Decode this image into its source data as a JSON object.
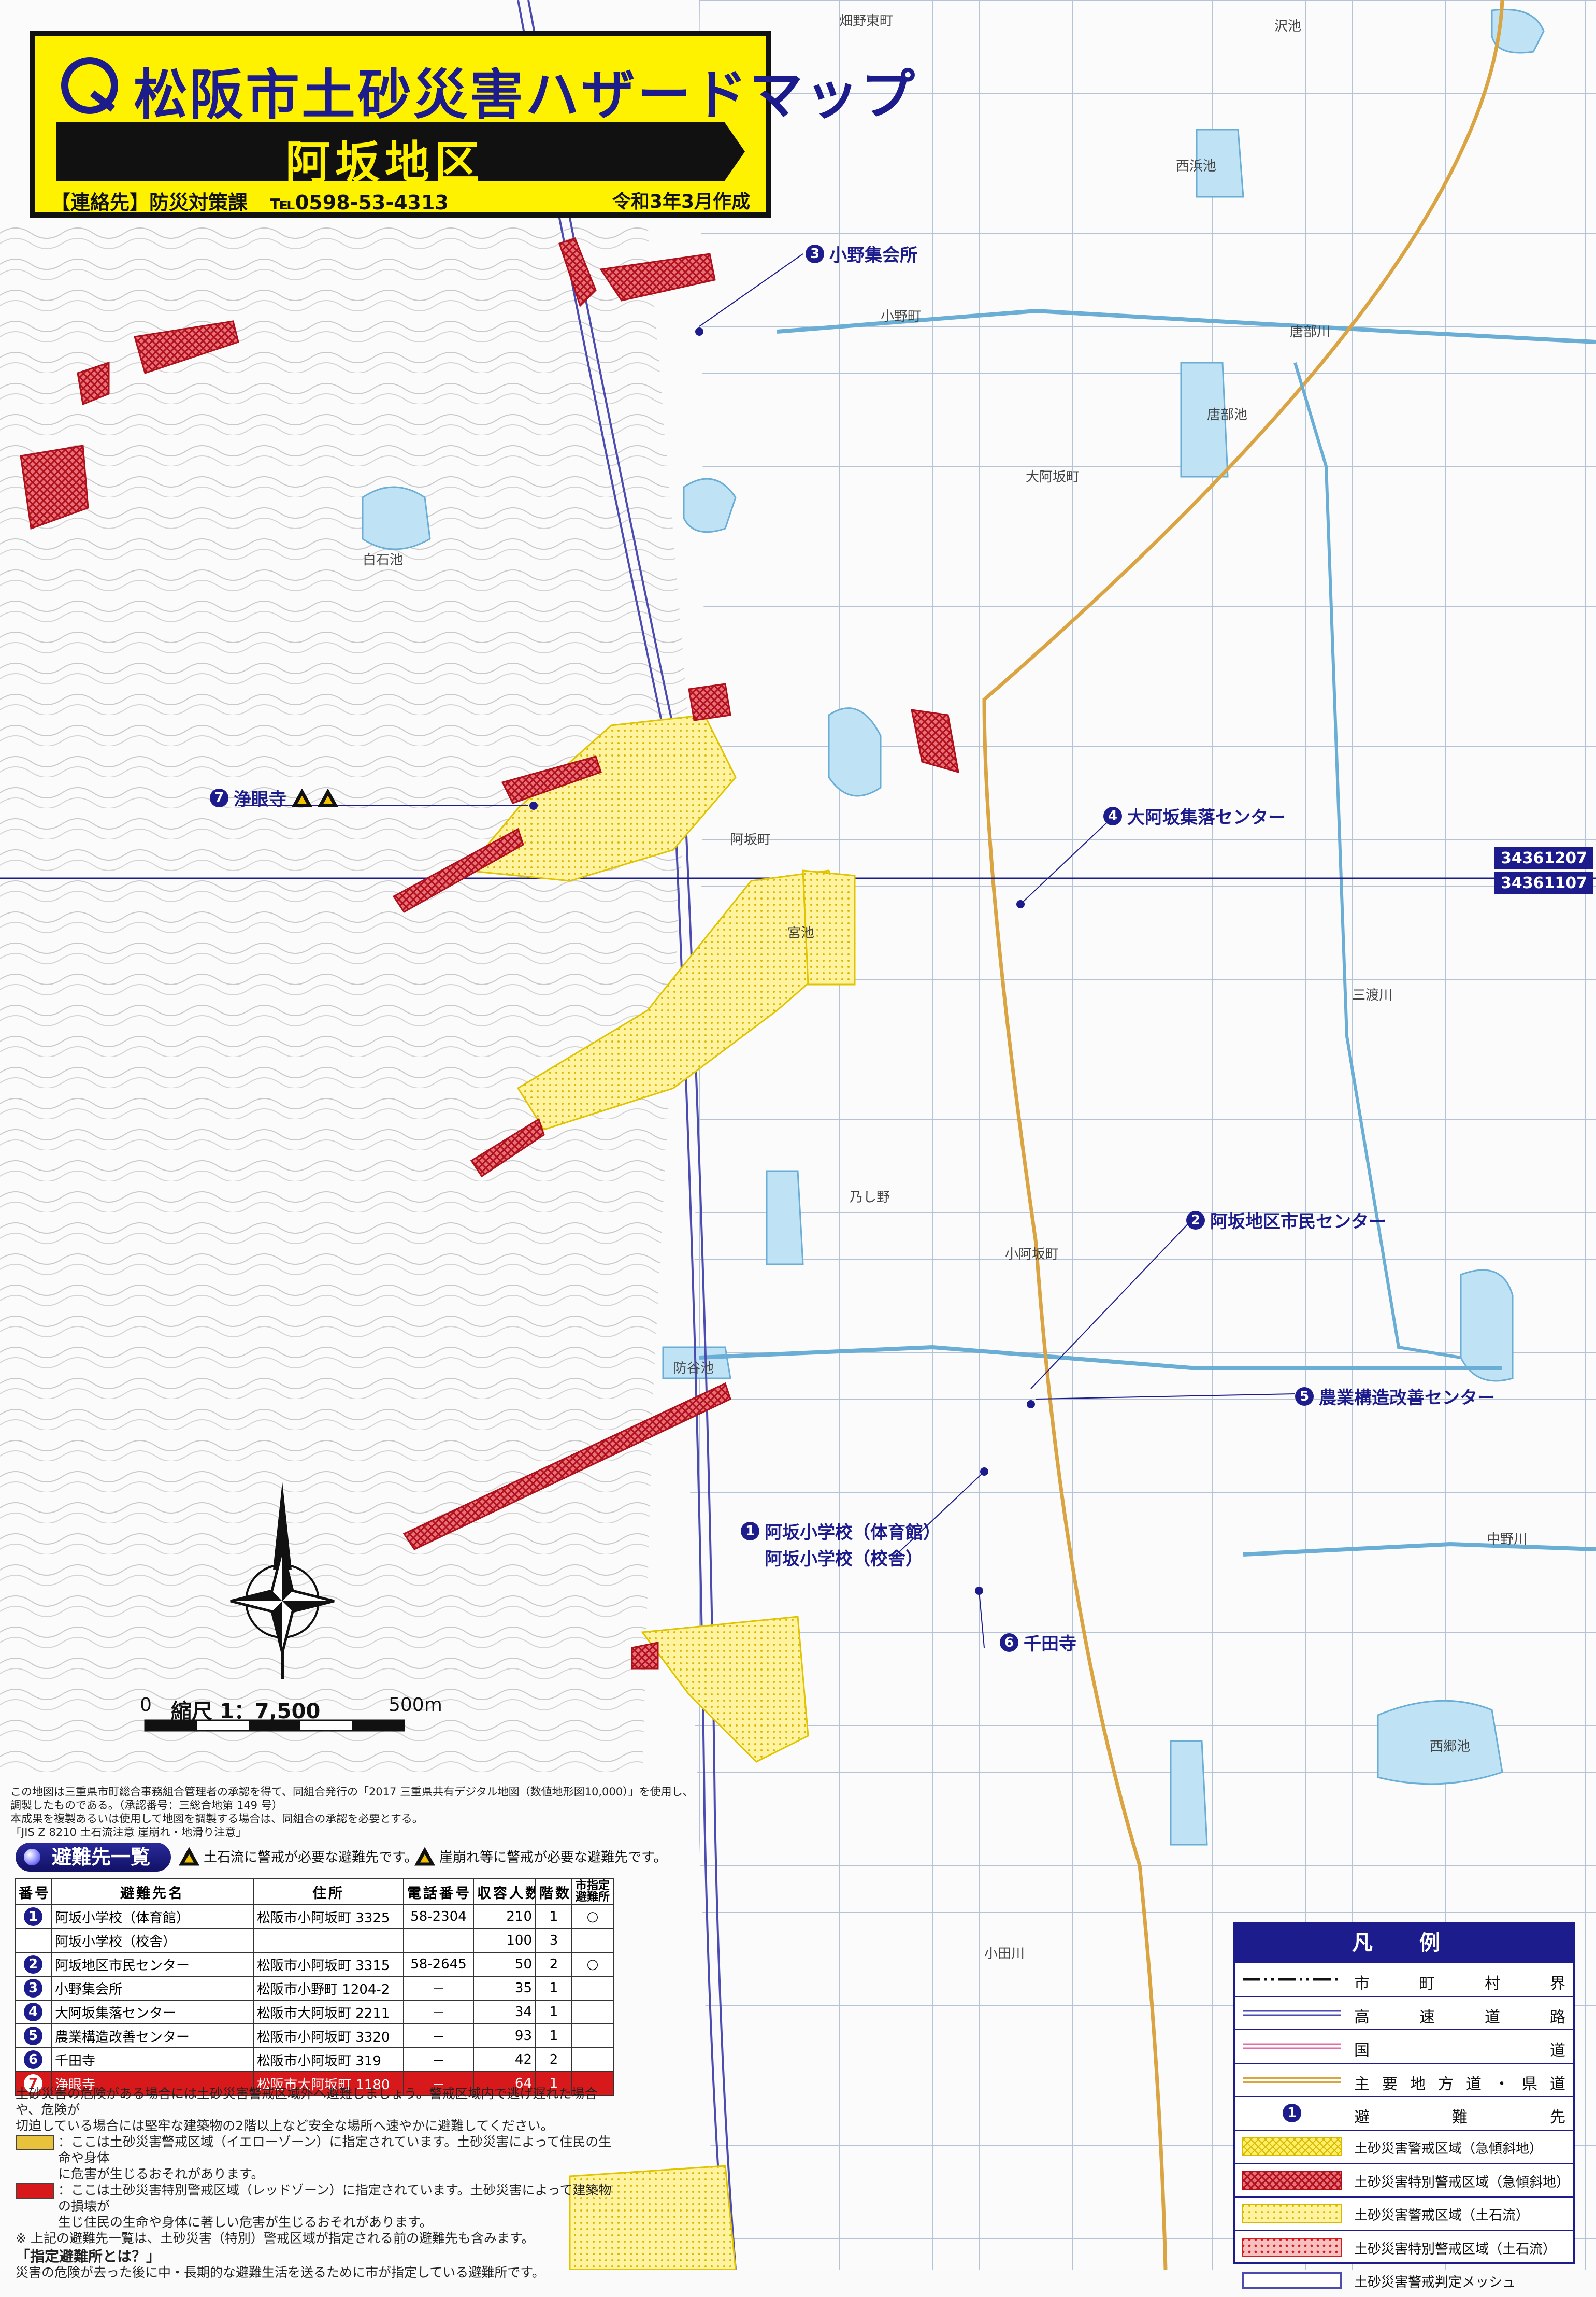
{
  "title": {
    "main": "松阪市土砂災害ハザードマップ",
    "district": "阿坂地区",
    "contact_label": "【連絡先】防災対策課",
    "contact_tel_prefix": "℡",
    "contact_tel": "0598-53-4313",
    "created": "令和3年3月作成"
  },
  "map_labels": {
    "shelters": [
      {
        "num": "3",
        "name": "小野集会所"
      },
      {
        "num": "4",
        "name": "大阿坂集落センター"
      },
      {
        "num": "7",
        "name": "浄眼寺"
      },
      {
        "num": "2",
        "name": "阿坂地区市民センター"
      },
      {
        "num": "5",
        "name": "農業構造改善センター"
      },
      {
        "num": "1",
        "name": "阿坂小学校（体育館）",
        "name2": "阿坂小学校（校舎）"
      },
      {
        "num": "6",
        "name": "千田寺"
      }
    ],
    "mesh": [
      "34361207",
      "34361107"
    ],
    "places": [
      "小野町",
      "大阿坂町",
      "唐部川",
      "白石池",
      "宮池",
      "阿坂町",
      "小阿坂町",
      "三渡川",
      "中野川",
      "西浜池",
      "唐部池",
      "乃し野",
      "防谷池",
      "小田川",
      "西郷池",
      "沢池",
      "畑野東町"
    ]
  },
  "scale": {
    "ratio_label": "縮尺 1：7,500",
    "zero": "0",
    "end": "500m"
  },
  "map_note": [
    "この地図は三重県市町総合事務組合管理者の承認を得て、同組合発行の「2017 三重県共有デジタル地図（数値地形図10,000）」を使用し、",
    "調製したものである。（承認番号：三総合地第 149 号）",
    "本成果を複製あるいは使用して地図を調製する場合は、同組合の承認を必要とする。",
    "「JIS Z 8210 土石流注意 崖崩れ・地滑り注意」"
  ],
  "shelter_list": {
    "title": "避難先一覧",
    "legend_debris": "土石流に警戒が必要な避難先です。",
    "legend_slope": "崖崩れ等に警戒が必要な避難先です。",
    "columns": [
      "番号",
      "避難先名",
      "住所",
      "電話番号",
      "収容人数",
      "階数",
      "市指定避難所"
    ],
    "rows": [
      {
        "num": "1",
        "name": "阿坂小学校（体育館）",
        "address": "松阪市小阿坂町 3325",
        "tel": "58-2304",
        "capacity": "210",
        "floors": "1",
        "designated": "○"
      },
      {
        "num": "",
        "name": "阿坂小学校（校舎）",
        "address": "",
        "tel": "",
        "capacity": "100",
        "floors": "3",
        "designated": ""
      },
      {
        "num": "2",
        "name": "阿坂地区市民センター",
        "address": "松阪市小阿坂町 3315",
        "tel": "58-2645",
        "capacity": "50",
        "floors": "2",
        "designated": "○"
      },
      {
        "num": "3",
        "name": "小野集会所",
        "address": "松阪市小野町 1204-2",
        "tel": "－",
        "capacity": "35",
        "floors": "1",
        "designated": ""
      },
      {
        "num": "4",
        "name": "大阿坂集落センター",
        "address": "松阪市大阿坂町 2211",
        "tel": "－",
        "capacity": "34",
        "floors": "1",
        "designated": ""
      },
      {
        "num": "5",
        "name": "農業構造改善センター",
        "address": "松阪市小阿坂町 3320",
        "tel": "－",
        "capacity": "93",
        "floors": "1",
        "designated": ""
      },
      {
        "num": "6",
        "name": "千田寺",
        "address": "松阪市小阿坂町 319",
        "tel": "－",
        "capacity": "42",
        "floors": "2",
        "designated": ""
      },
      {
        "num": "7",
        "name": "浄眼寺",
        "address": "松阪市大阿坂町 1180",
        "tel": "－",
        "capacity": "64",
        "floors": "1",
        "designated": "",
        "highlight": true
      }
    ]
  },
  "notes": {
    "line1": "土砂災害の危険がある場合には土砂災害警戒区域外へ避難しましょう。警戒区域内で逃げ遅れた場合や、危険が",
    "line2": "切迫している場合には堅牢な建築物の2階以上など安全な場所へ速やかに避難してください。",
    "yellow_text": "：ここは土砂災害警戒区域（イエローゾーン）に指定されています。土砂災害によって住民の生命や身体",
    "yellow_text2": "に危害が生じるおそれがあります。",
    "red_text": "：ここは土砂災害特別警戒区域（レッドゾーン）に指定されています。土砂災害によって建築物の損壊が",
    "red_text2": "生じ住民の生命や身体に著しい危害が生じるおそれがあります。",
    "footnote": "※ 上記の避難先一覧は、土砂災害（特別）警戒区域が指定される前の避難先も含みます。",
    "designated_q": "「指定避難所とは？」",
    "designated_a": "災害の危険が去った後に中・長期的な避難生活を送るために市が指定している避難所です。"
  },
  "legend": {
    "title": "凡例",
    "items": [
      "市町村界",
      "高速道路",
      "国道",
      "主要地方道・県道",
      "避難先",
      "土砂災害警戒区域（急傾斜地）",
      "土砂災害特別警戒区域（急傾斜地）",
      "土砂災害警戒区域（土石流）",
      "土砂災害特別警戒区域（土石流）",
      "土砂災害警戒判定メッシュ"
    ],
    "shelter_num": "1"
  },
  "colors": {
    "navy": "#1c1c8c",
    "yellow_zone": "#fff06a",
    "red_zone": "#d7191c",
    "title_yellow": "#fff200",
    "water": "#bfe3f5",
    "road_prefectural": "#d9a441"
  }
}
